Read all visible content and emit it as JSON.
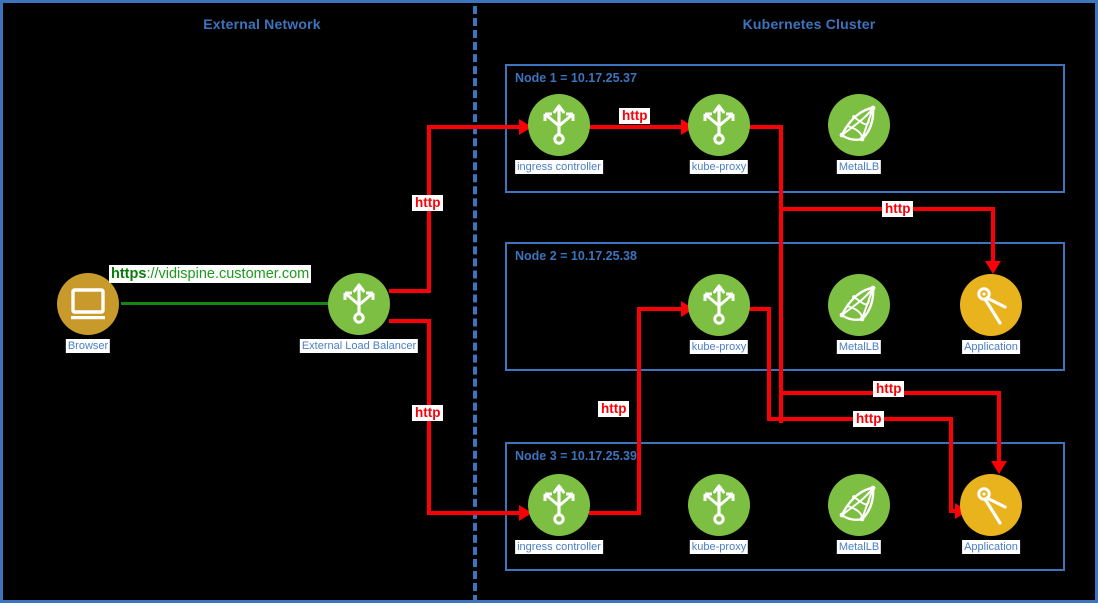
{
  "zones": {
    "external": {
      "title": "External Network"
    },
    "cluster": {
      "title": "Kubernetes Cluster"
    }
  },
  "external_nodes": [
    {
      "id": "browser",
      "label": "Browser",
      "icon": "monitor-icon",
      "color": "#c89a2b"
    },
    {
      "id": "ext-lb",
      "label": "External Load Balancer",
      "icon": "trident-icon",
      "color": "#7dbf42"
    }
  ],
  "connection_url": {
    "scheme": "https",
    "rest": "://vidispine.customer.com",
    "full": "https://vidispine.customer.com",
    "color": "#128712"
  },
  "nodes": [
    {
      "id": "node-1",
      "title": "Node 1 = 10.17.25.37",
      "ip": "10.17.25.37",
      "components": [
        {
          "id": "n1-ingress",
          "label": "ingress controller",
          "icon": "trident-icon",
          "color": "#7dbf42"
        },
        {
          "id": "n1-proxy",
          "label": "kube-proxy",
          "icon": "trident-icon",
          "color": "#7dbf42"
        },
        {
          "id": "n1-metallb",
          "label": "MetalLB",
          "icon": "mesh-icon",
          "color": "#7dbf42"
        }
      ]
    },
    {
      "id": "node-2",
      "title": "Node 2 = 10.17.25.38",
      "ip": "10.17.25.38",
      "components": [
        {
          "id": "n2-proxy",
          "label": "kube-proxy",
          "icon": "trident-icon",
          "color": "#7dbf42"
        },
        {
          "id": "n2-metallb",
          "label": "MetalLB",
          "icon": "mesh-icon",
          "color": "#7dbf42"
        },
        {
          "id": "n2-app",
          "label": "Application",
          "icon": "compass-icon",
          "color": "#e8b31d"
        }
      ]
    },
    {
      "id": "node-3",
      "title": "Node 3 = 10.17.25.39",
      "ip": "10.17.25.39",
      "components": [
        {
          "id": "n3-ingress",
          "label": "ingress controller",
          "icon": "trident-icon",
          "color": "#7dbf42"
        },
        {
          "id": "n3-proxy",
          "label": "kube-proxy",
          "icon": "trident-icon",
          "color": "#7dbf42"
        },
        {
          "id": "n3-metallb",
          "label": "MetalLB",
          "icon": "mesh-icon",
          "color": "#7dbf42"
        },
        {
          "id": "n3-app",
          "label": "Application",
          "icon": "compass-icon",
          "color": "#e8b31d"
        }
      ]
    }
  ],
  "edge_labels": {
    "lb_to_n1": "http",
    "lb_to_n3": "http",
    "n1_ing_to_proxy": "http",
    "n1_proxy_to_n2app": "http",
    "n3_ing_to_n2proxy": "http",
    "n2_proxy_to_n3app_upper": "http",
    "n2_proxy_to_n3app_lower": "http"
  },
  "palette": {
    "background": "#000000",
    "border_blue": "#3c74bd",
    "label_blue": "#4a7fc6",
    "http_red": "#fb0007",
    "https_green": "#128712",
    "node_green": "#7dbf42",
    "app_amber": "#e8b31d",
    "browser_gold": "#c89a2b"
  }
}
